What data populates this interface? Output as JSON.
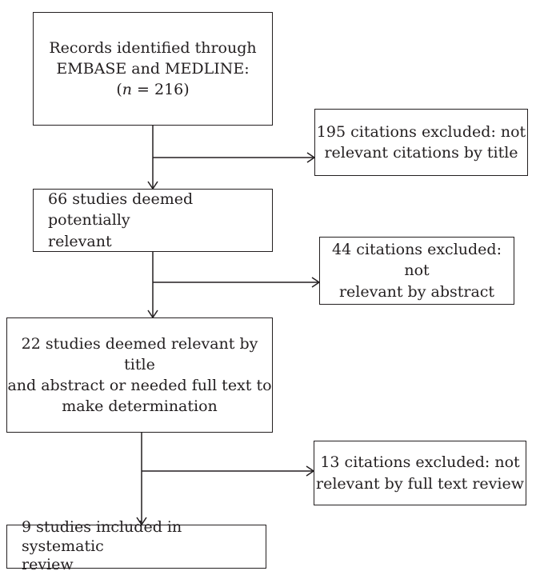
{
  "flow": {
    "records": {
      "line1": "Records identified through",
      "line2": "EMBASE and MEDLINE:",
      "n_open": "(",
      "n_var": "n",
      "n_rest": " = 216)"
    },
    "exclusion_title": {
      "line1": "195 citations excluded: not",
      "line2": "relevant citations by title"
    },
    "potentially_relevant": {
      "line1": "66 studies deemed potentially",
      "line2": "relevant"
    },
    "exclusion_abstract": {
      "line1": "44 citations excluded: not",
      "line2": "relevant by abstract"
    },
    "relevant_title_abstract": {
      "line1": "22 studies deemed relevant by title",
      "line2": "and abstract or needed full text to",
      "line3": "make determination"
    },
    "exclusion_fulltext": {
      "line1": "13 citations excluded: not",
      "line2": "relevant by full text review"
    },
    "included": {
      "line1": "9 studies included in systematic",
      "line2": "review"
    }
  }
}
